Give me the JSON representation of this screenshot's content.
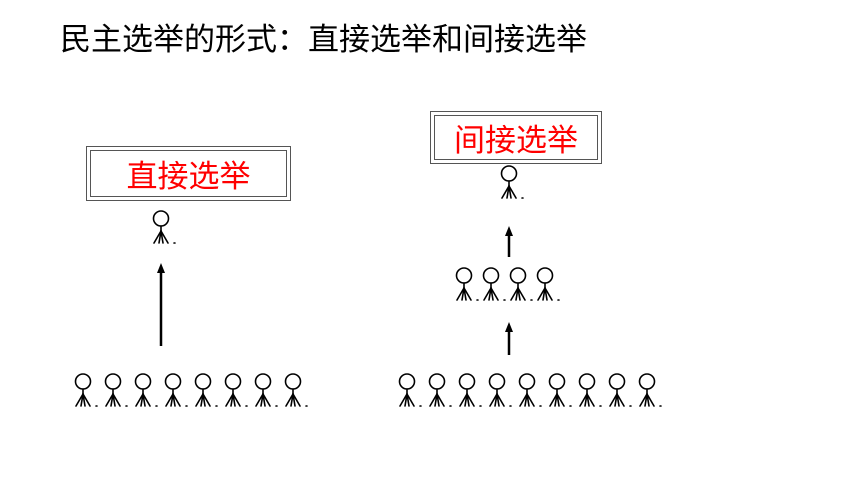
{
  "title": "民主选举的形式：直接选举和间接选举",
  "direct": {
    "label": "直接选举",
    "top_count": 1,
    "bottom_count": 8
  },
  "indirect": {
    "label": "间接选举",
    "top_count": 1,
    "middle_count": 4,
    "bottom_count": 9
  },
  "colors": {
    "label_text": "#ff0000",
    "figure_stroke": "#000000",
    "title_text": "#000000"
  }
}
